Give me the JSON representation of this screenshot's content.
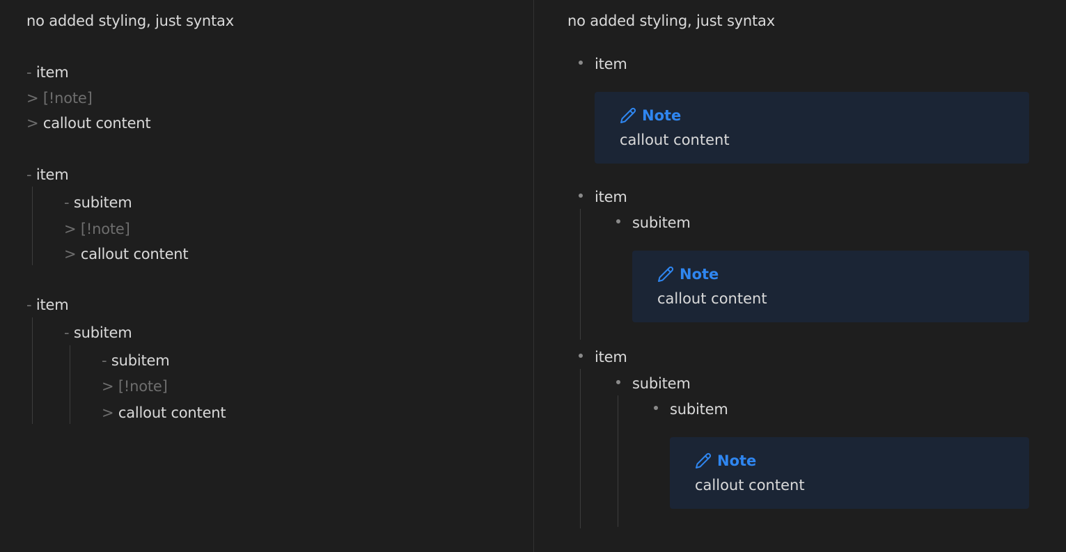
{
  "source": {
    "heading": "no added styling, just syntax",
    "list_marker": "-",
    "quote_marker": ">",
    "block1": {
      "item": "item",
      "callout_type": "[!note]",
      "callout_content": "callout content"
    },
    "block2": {
      "item": "item",
      "subitem": "subitem",
      "callout_type": "[!note]",
      "callout_content": "callout content"
    },
    "block3": {
      "item": "item",
      "subitem1": "subitem",
      "subitem2": "subitem",
      "callout_type": "[!note]",
      "callout_content": "callout content"
    }
  },
  "preview": {
    "heading": "no added styling, just syntax",
    "block1": {
      "item": "item",
      "callout_title": "Note",
      "callout_content": "callout content"
    },
    "block2": {
      "item": "item",
      "subitem": "subitem",
      "callout_title": "Note",
      "callout_content": "callout content"
    },
    "block3": {
      "item": "item",
      "subitem1": "subitem",
      "subitem2": "subitem",
      "callout_title": "Note",
      "callout_content": "callout content"
    }
  },
  "colors": {
    "background": "#1e1e1e",
    "text": "#dadada",
    "muted": "#6e6e6e",
    "callout_bg": "#1b2535",
    "callout_accent": "#2f86f0"
  },
  "icons": {
    "callout_icon": "pencil-icon"
  }
}
